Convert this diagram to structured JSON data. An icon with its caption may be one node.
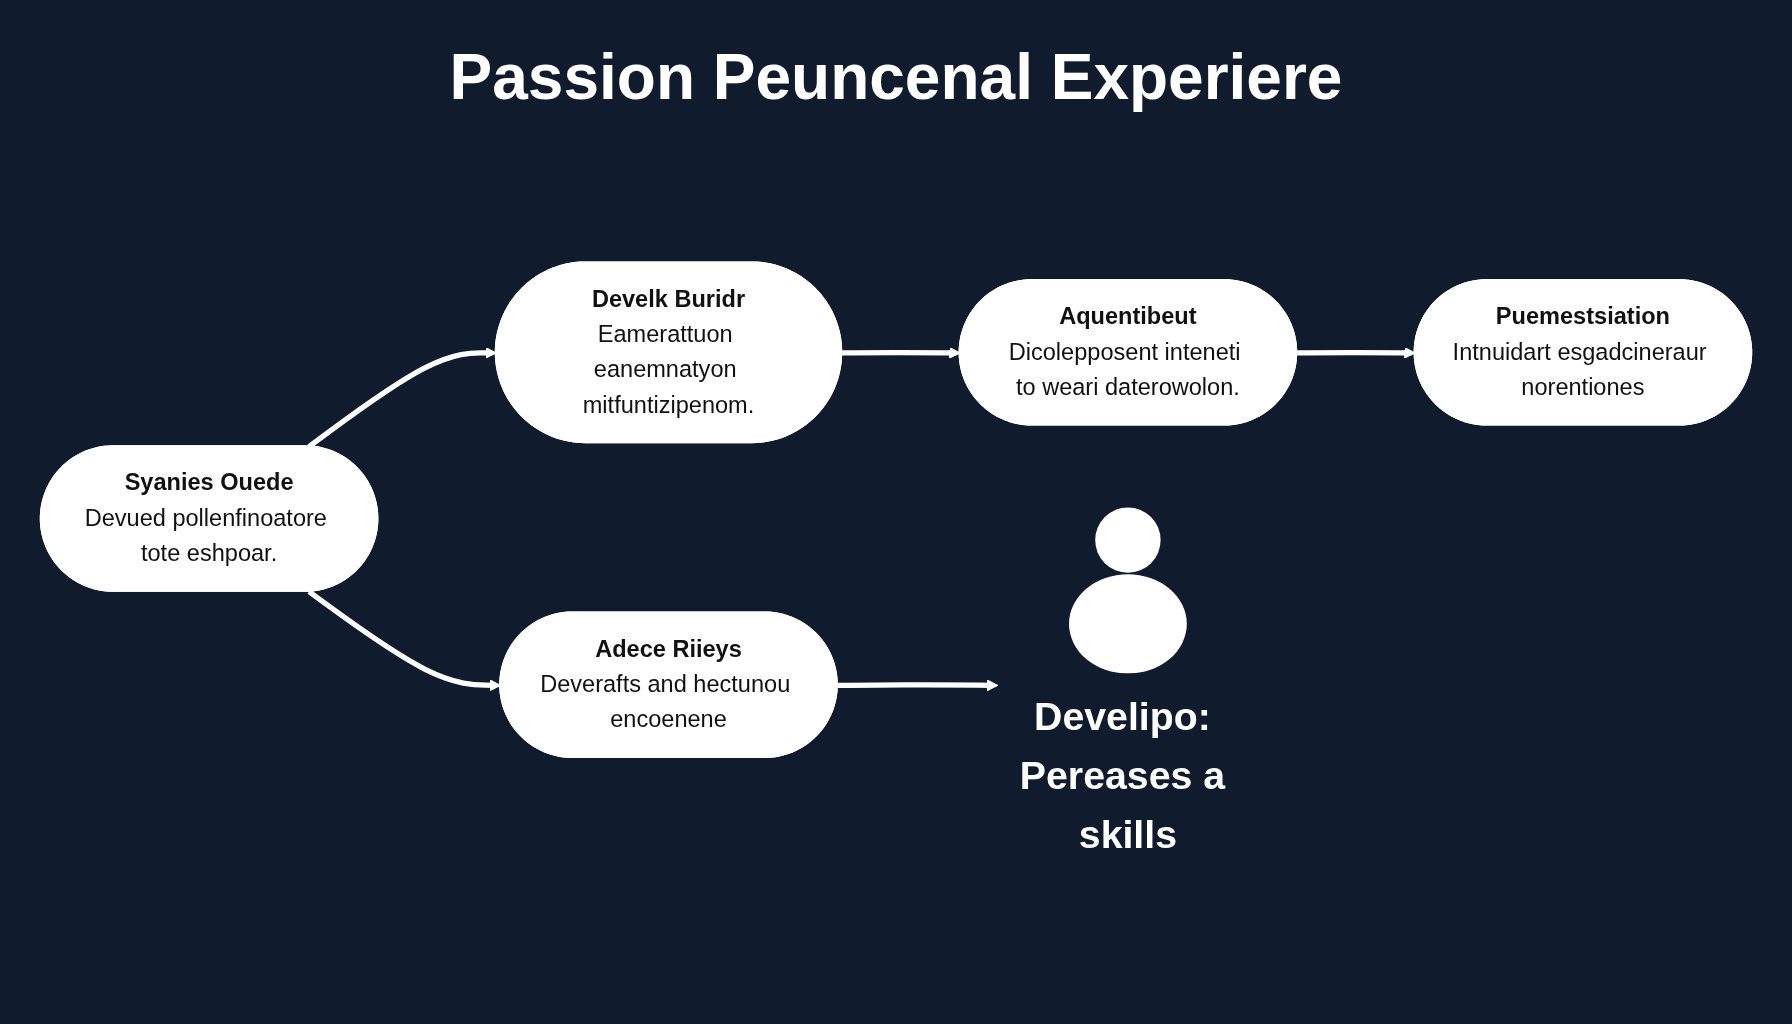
{
  "diagram": {
    "title": "Passion Peuncenal Experiere",
    "nodes": [
      {
        "text": [
          "Syanies Ouede",
          "Devued pollenfinoatore tote eshpoar."
        ]
      },
      {
        "text": [
          "Develk Buridr",
          "Eamerattuon eanemnatyon mitfuntizipenom."
        ]
      },
      {
        "text": [
          "Aquentibeut",
          "Dicolepposent inteneti to weari daterowolon."
        ]
      },
      {
        "text": [
          "Adece Riieys",
          "Deverafts and hectunou encoenene"
        ]
      },
      {
        "text": [
          "Develipo: Pereases a skills"
        ]
      },
      {
        "text": [
          "Puemestsiation",
          "Intnuidart esgadcineraur norentiones"
        ]
      }
    ],
    "edges": [
      {
        "from": 0,
        "to": 1,
        "arrow": "to"
      },
      {
        "from": 1,
        "to": 2,
        "arrow": "to"
      },
      {
        "from": 0,
        "to": 3,
        "arrow": "to"
      },
      {
        "from": 3,
        "to": 4,
        "arrow": "to"
      },
      {
        "from": 2,
        "to": 5,
        "arrow": "to"
      }
    ]
  }
}
